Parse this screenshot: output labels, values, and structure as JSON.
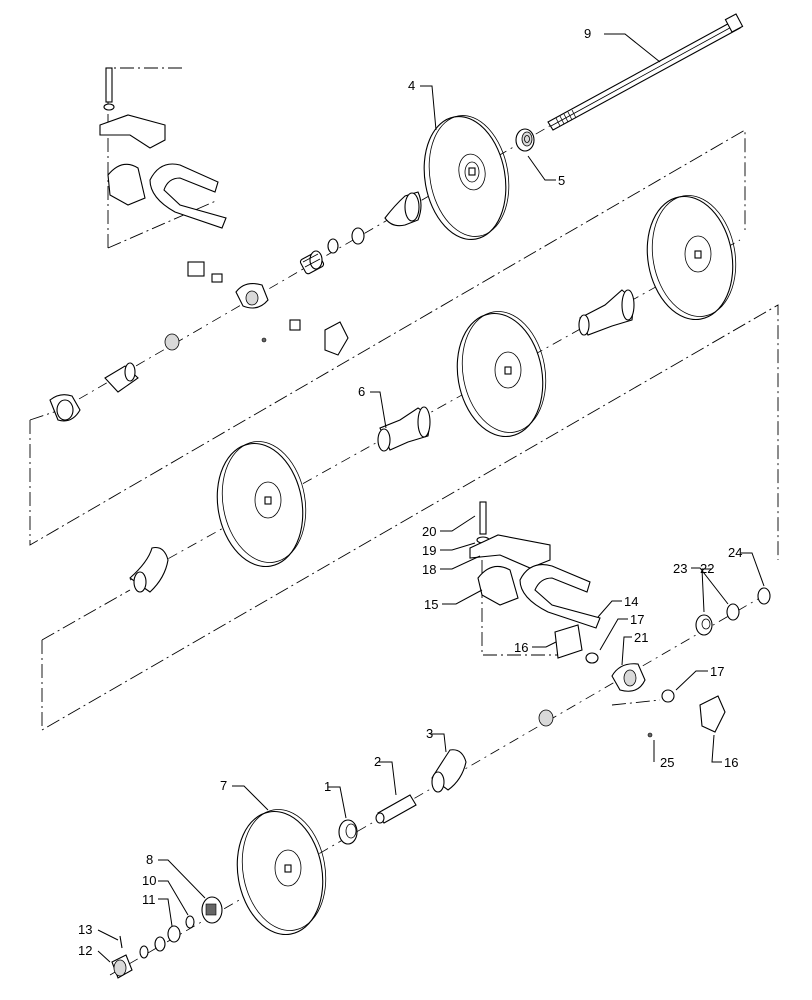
{
  "callouts": [
    "1",
    "2",
    "3",
    "4",
    "5",
    "6",
    "7",
    "8",
    "9",
    "10",
    "11",
    "12",
    "13",
    "14",
    "15",
    "16",
    "16",
    "17",
    "17",
    "18",
    "19",
    "20",
    "21",
    "22",
    "23",
    "24",
    "25"
  ]
}
